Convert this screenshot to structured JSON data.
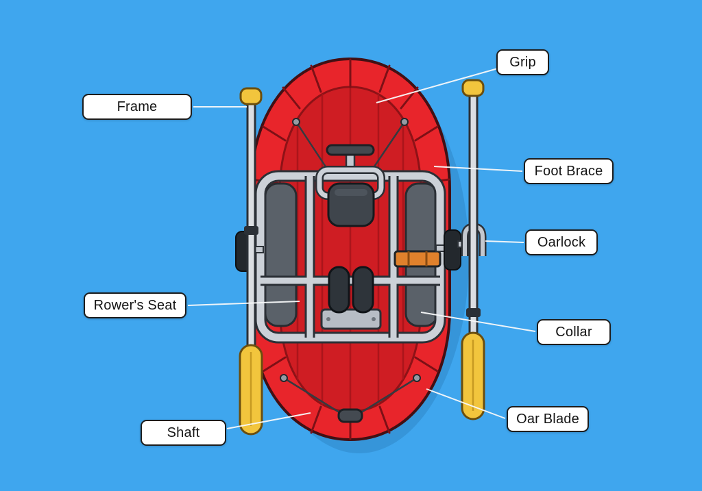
{
  "background_color": "#3fa6ee",
  "colors": {
    "raft_red": "#e8252b",
    "raft_floor_red": "#cf1d23",
    "oar_yellow": "#f2c53d",
    "frame_silver": "#ccd1d8",
    "label_background": "#ffffff",
    "label_border": "#1c1c1c",
    "leader_line": "#f8f9fa"
  },
  "labels": [
    {
      "id": "grip",
      "text": "Grip"
    },
    {
      "id": "frame",
      "text": "Frame"
    },
    {
      "id": "foot-brace",
      "text": "Foot Brace"
    },
    {
      "id": "oarlock",
      "text": "Oarlock"
    },
    {
      "id": "rowers-seat",
      "text": "Rower's Seat"
    },
    {
      "id": "collar",
      "text": "Collar"
    },
    {
      "id": "shaft",
      "text": "Shaft"
    },
    {
      "id": "oar-blade",
      "text": "Oar Blade"
    }
  ]
}
